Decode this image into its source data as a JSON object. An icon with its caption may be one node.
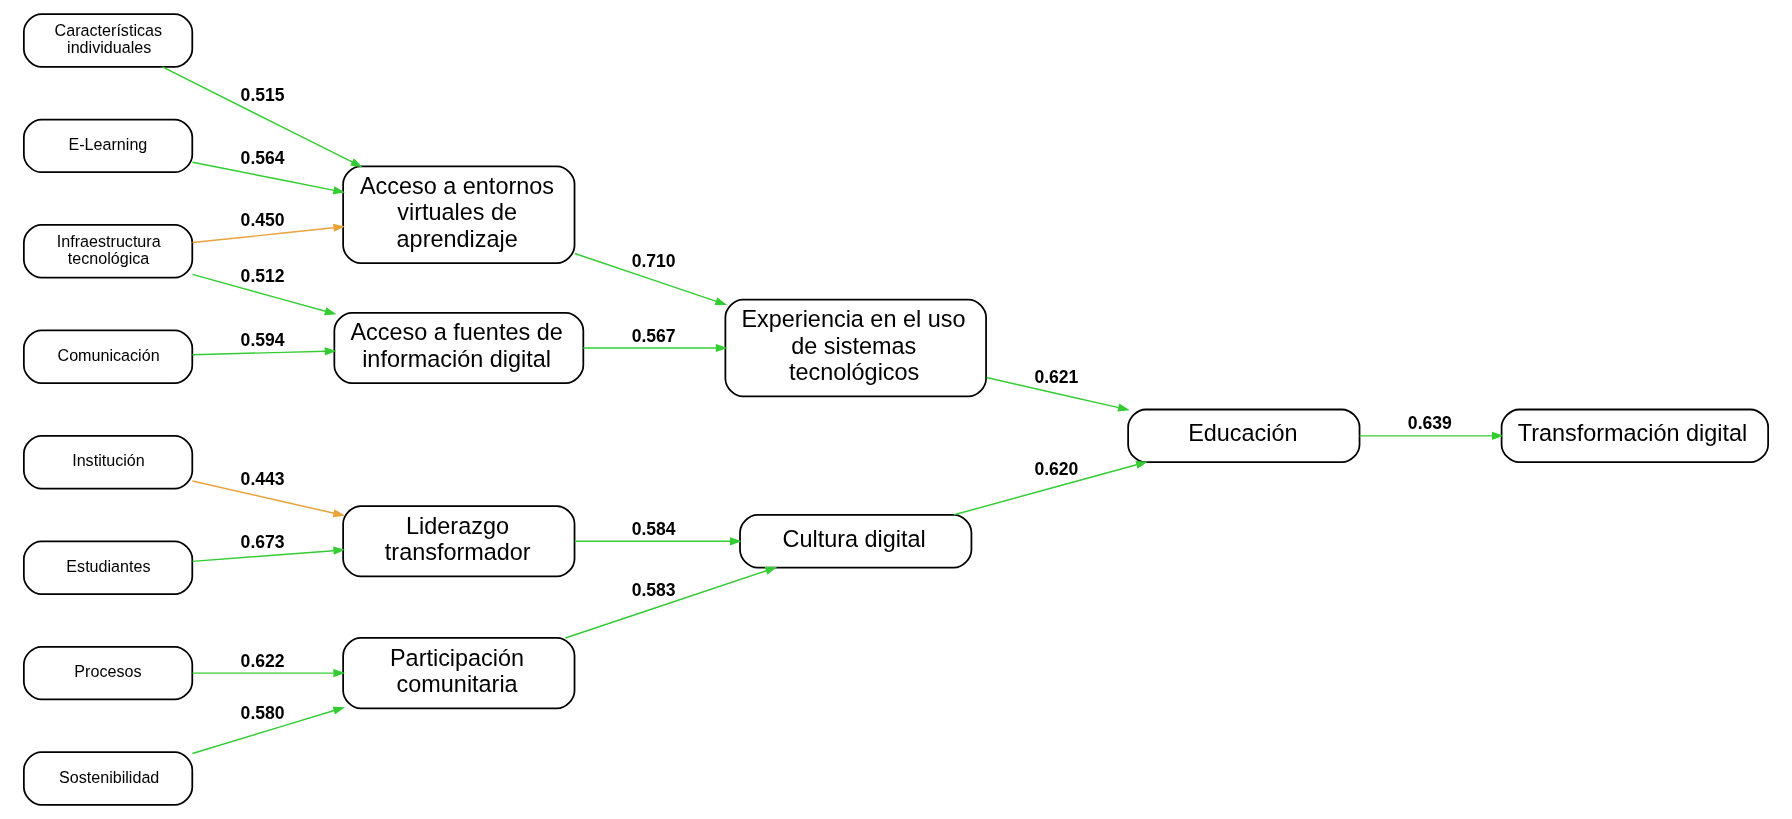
{
  "diagram": {
    "nodes": [
      {
        "text": [
          "Características individuales"
        ]
      },
      {
        "text": [
          "E-Learning"
        ]
      },
      {
        "text": [
          "Infraestructura tecnológica"
        ]
      },
      {
        "text": [
          "Comunicación"
        ]
      },
      {
        "text": [
          "Institución"
        ]
      },
      {
        "text": [
          "Estudiantes"
        ]
      },
      {
        "text": [
          "Procesos"
        ]
      },
      {
        "text": [
          "Sostenibilidad"
        ]
      },
      {
        "text": [
          "Acceso a entornos virtuales de aprendizaje"
        ]
      },
      {
        "text": [
          "Acceso a fuentes de información digital"
        ]
      },
      {
        "text": [
          "Liderazgo transformador"
        ]
      },
      {
        "text": [
          "Participación comunitaria"
        ]
      },
      {
        "text": [
          "Experiencia en el uso de sistemas tecnológicos"
        ]
      },
      {
        "text": [
          "Cultura digital"
        ]
      },
      {
        "text": [
          "Educación"
        ]
      },
      {
        "text": [
          "Transformación digital"
        ]
      }
    ],
    "edges": [
      {
        "from": 0,
        "to": 8,
        "arrow": "to",
        "label": "0.515"
      },
      {
        "from": 1,
        "to": 8,
        "arrow": "to",
        "label": "0.564"
      },
      {
        "from": 2,
        "to": 8,
        "arrow": "to",
        "label": "0.450",
        "color": "#e8a33a"
      },
      {
        "from": 2,
        "to": 9,
        "arrow": "to",
        "label": "0.512"
      },
      {
        "from": 3,
        "to": 9,
        "arrow": "to",
        "label": "0.594"
      },
      {
        "from": 4,
        "to": 10,
        "arrow": "to",
        "label": "0.443",
        "color": "#e8a33a"
      },
      {
        "from": 5,
        "to": 10,
        "arrow": "to",
        "label": "0.673"
      },
      {
        "from": 6,
        "to": 11,
        "arrow": "to",
        "label": "0.622"
      },
      {
        "from": 7,
        "to": 11,
        "arrow": "to",
        "label": "0.580"
      },
      {
        "from": 8,
        "to": 12,
        "arrow": "to",
        "label": "0.710"
      },
      {
        "from": 9,
        "to": 12,
        "arrow": "to",
        "label": "0.567"
      },
      {
        "from": 10,
        "to": 13,
        "arrow": "to",
        "label": "0.584"
      },
      {
        "from": 11,
        "to": 13,
        "arrow": "to",
        "label": "0.583"
      },
      {
        "from": 12,
        "to": 14,
        "arrow": "to",
        "label": "0.621"
      },
      {
        "from": 13,
        "to": 14,
        "arrow": "to",
        "label": "0.620"
      },
      {
        "from": 14,
        "to": 15,
        "arrow": "to",
        "label": "0.639"
      }
    ]
  }
}
